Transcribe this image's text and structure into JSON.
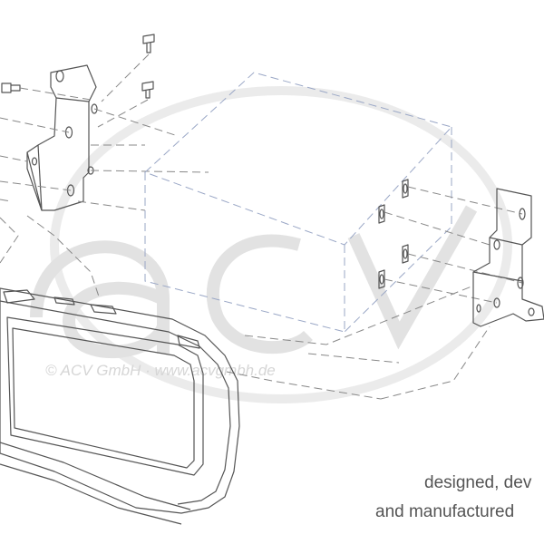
{
  "watermark": {
    "logo_text": "acv",
    "copyright": "© ACV GmbH · www.acvgmbh.de"
  },
  "tagline": {
    "line1": "designed, dev",
    "line2": "and manufactured"
  },
  "colors": {
    "outline": "#555555",
    "dashed_box": "#9aa7c6",
    "watermark": "#e2e2e2",
    "tagline": "#555555"
  }
}
